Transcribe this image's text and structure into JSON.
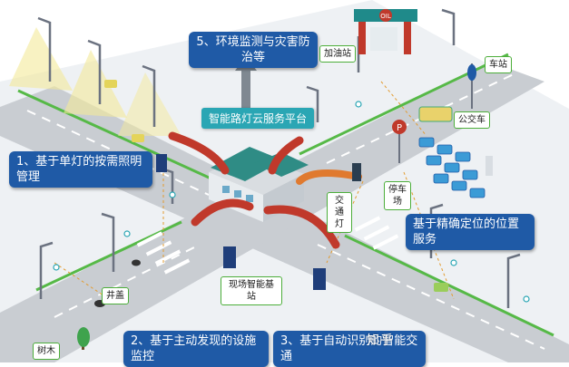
{
  "callouts": {
    "on_demand_lighting": "1、基于单灯的按需照明管理",
    "facility_monitoring": "2、基于主动发现的设施监控",
    "smart_traffic": "3、基于自动识别的智能交通",
    "environment_monitoring": "5、环境监测与灾害防治等",
    "location_service": "基于精确定位的位置服务"
  },
  "platform_label": "智能路灯云服务平台",
  "place_labels": {
    "gas_station": "加油站",
    "station": "车站",
    "bus": "公交车",
    "traffic_light": "交通灯",
    "parking_lot": "停车场",
    "onsite_smart_station": "现场智能基站",
    "manhole_cover": "井盖",
    "tree": "树木"
  },
  "signs": {
    "gas_sign": "OIL",
    "parking_sign": "P"
  },
  "watermark": "知乎",
  "colors": {
    "callout_blue": "#1f5aa6",
    "platform_teal": "#2aa6b4",
    "label_border": "#4cae3a",
    "arrow_red": "#c0392b",
    "road": "#c8ccd0",
    "ground": "#e9edf1",
    "building": "#3a9c8c"
  }
}
